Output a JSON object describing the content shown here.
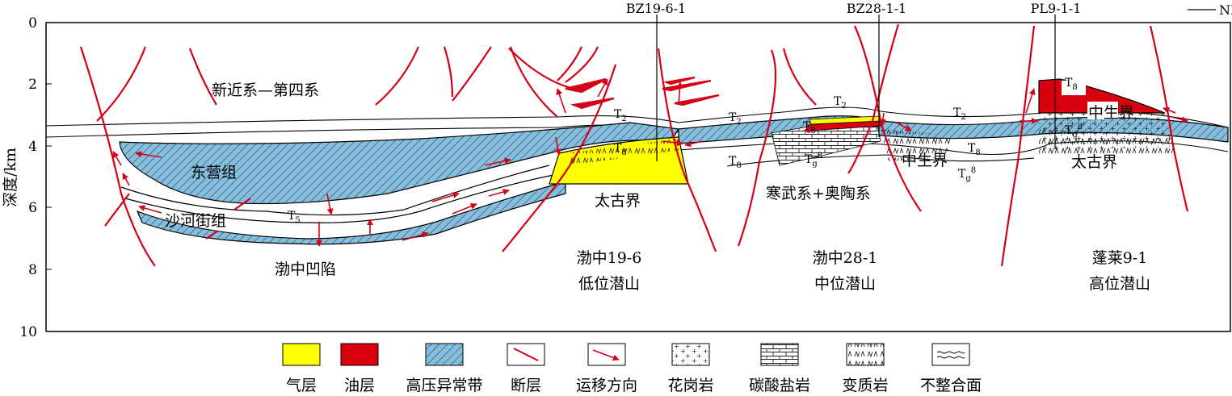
{
  "axis": {
    "ylabel": "深度/km",
    "ticks": [
      "0",
      "2",
      "4",
      "6",
      "8",
      "10"
    ]
  },
  "wells": [
    "BZ19-6-1",
    "BZ28-1-1",
    "PL9-1-1"
  ],
  "direction": "NE",
  "strata": {
    "neogene": "新近系—第四系",
    "dongying": "东营组",
    "shahejie": "沙河街组",
    "bozhong_sag": "渤中凹陷",
    "archean_1": "太古界",
    "archean_2": "太古界",
    "mesozoic_1": "中生界",
    "mesozoic_2": "中生界",
    "cambrian_ordovician": "寒武系+奥陶系"
  },
  "horizons": {
    "t2": "T",
    "t2_sub": "2",
    "t5": "T",
    "t5_sub": "5",
    "t8": "T",
    "t8_sub": "8",
    "tg": "T",
    "tg_sub": "g",
    "tg_sup": "8"
  },
  "structures": [
    {
      "name": "渤中19-6",
      "type": "低位潜山"
    },
    {
      "name": "渤中28-1",
      "type": "中位潜山"
    },
    {
      "name": "蓬莱9-1",
      "type": "高位潜山"
    }
  ],
  "legend": [
    {
      "key": "gas",
      "label": "气层"
    },
    {
      "key": "oil",
      "label": "油层"
    },
    {
      "key": "overpressure",
      "label": "高压异常带"
    },
    {
      "key": "fault",
      "label": "断层"
    },
    {
      "key": "migration",
      "label": "运移方向"
    },
    {
      "key": "granite",
      "label": "花岗岩"
    },
    {
      "key": "carbonate",
      "label": "碳酸盐岩"
    },
    {
      "key": "metamorphic",
      "label": "变质岩"
    },
    {
      "key": "unconformity",
      "label": "不整合面"
    }
  ],
  "colors": {
    "gas": "#ffff00",
    "oil": "#d9000e",
    "overpressure": "#86bfdd",
    "fault": "#d40018"
  }
}
